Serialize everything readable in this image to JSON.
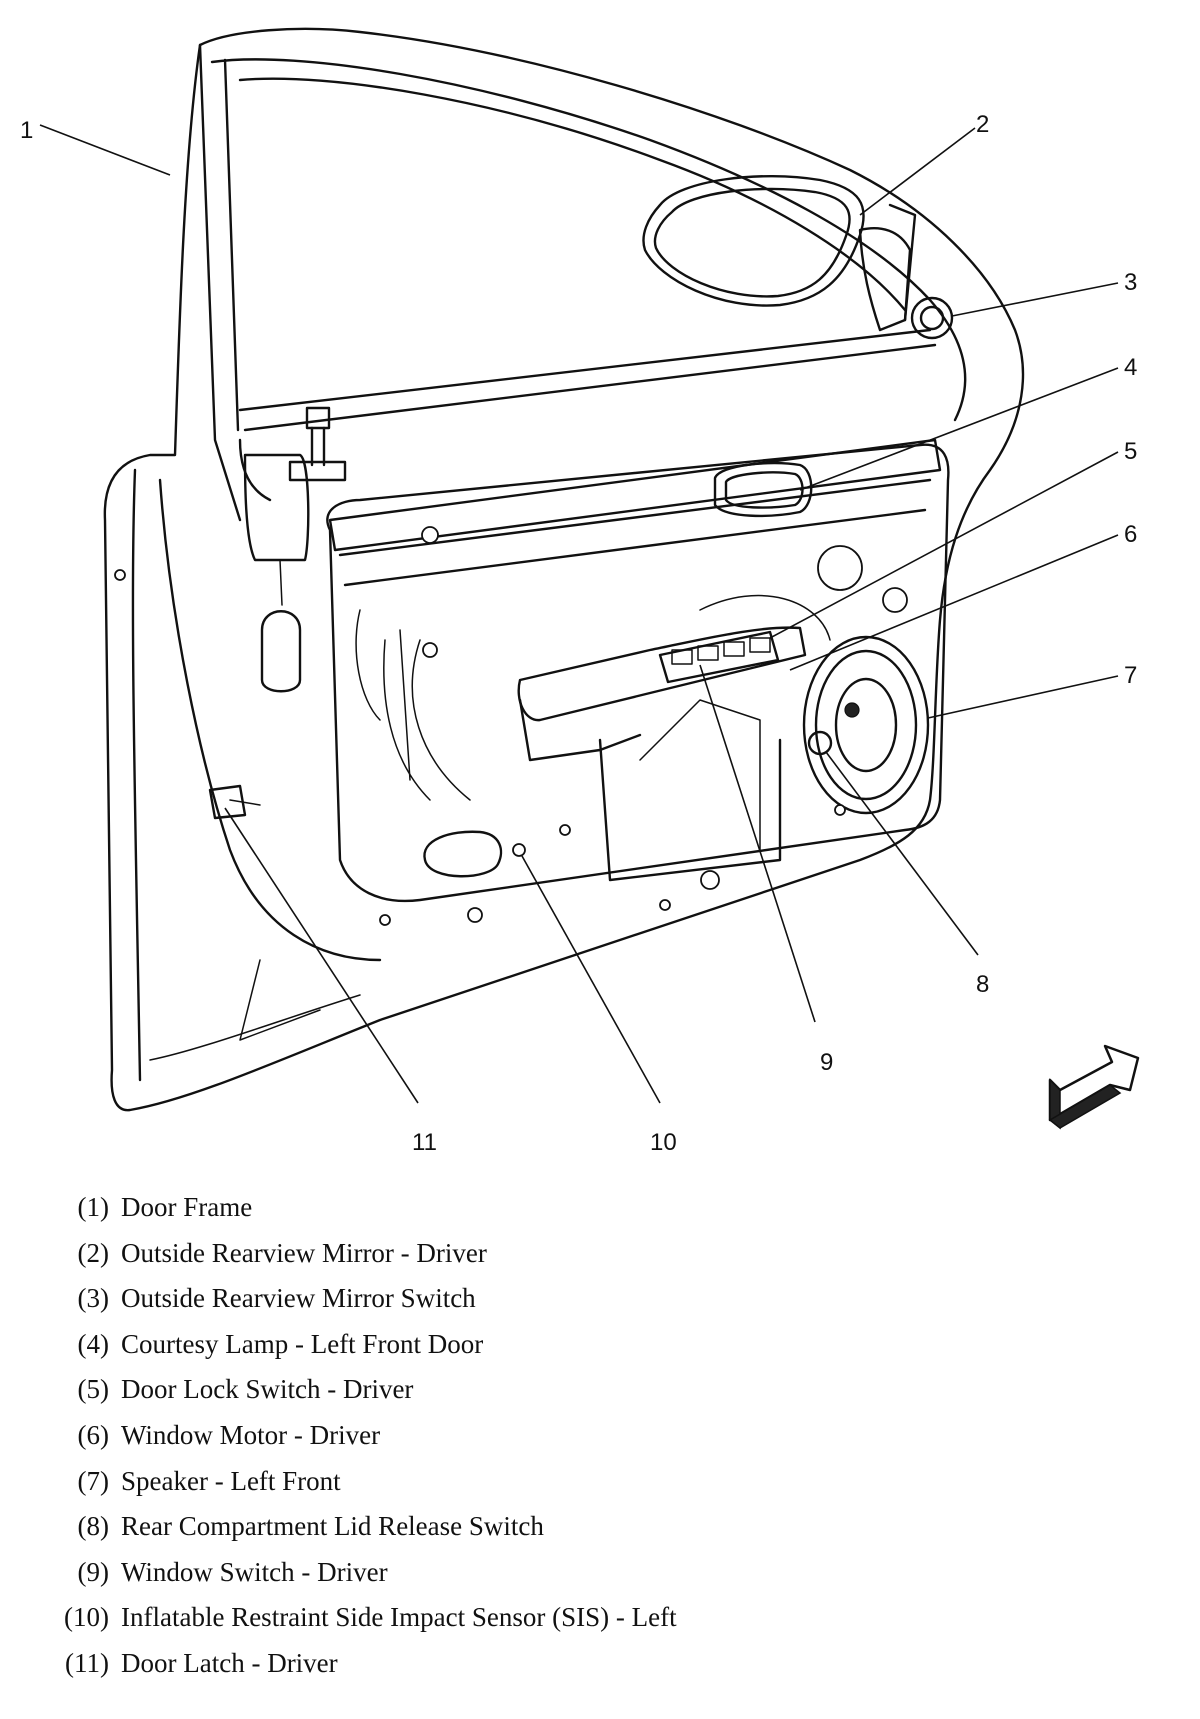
{
  "callouts": [
    "1",
    "2",
    "3",
    "4",
    "5",
    "6",
    "7",
    "8",
    "9",
    "10",
    "11"
  ],
  "legend": [
    {
      "num": "(1)",
      "text": "Door Frame"
    },
    {
      "num": "(2)",
      "text": "Outside Rearview Mirror - Driver"
    },
    {
      "num": "(3)",
      "text": "Outside Rearview Mirror Switch"
    },
    {
      "num": "(4)",
      "text": "Courtesy Lamp - Left Front Door"
    },
    {
      "num": "(5)",
      "text": "Door Lock Switch - Driver"
    },
    {
      "num": "(6)",
      "text": "Window Motor - Driver"
    },
    {
      "num": "(7)",
      "text": "Speaker - Left Front"
    },
    {
      "num": "(8)",
      "text": "Rear Compartment Lid Release Switch"
    },
    {
      "num": "(9)",
      "text": "Window Switch - Driver"
    },
    {
      "num": "(10)",
      "text": "Inflatable Restraint Side Impact Sensor (SIS) - Left"
    },
    {
      "num": "(11)",
      "text": "Door Latch - Driver"
    }
  ]
}
